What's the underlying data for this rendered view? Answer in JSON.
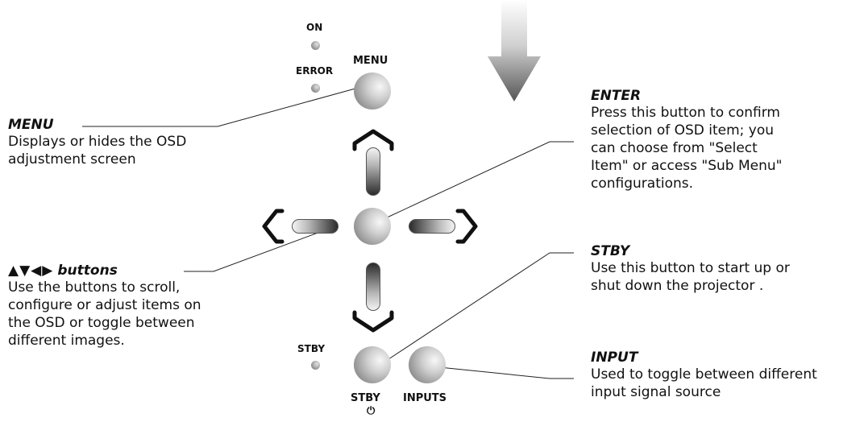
{
  "panel": {
    "on_label": "ON",
    "error_label": "ERROR",
    "menu_label": "MENU",
    "stby_led_label": "STBY",
    "stby_button_label": "STBY",
    "power_symbol": "⏻",
    "inputs_label": "INPUTS"
  },
  "annotations": {
    "menu": {
      "title": "MENU",
      "lines": [
        "Displays or hides the OSD",
        "adjustment screen"
      ]
    },
    "arrows": {
      "symbols": "▲▼◀▶",
      "title": "buttons",
      "lines": [
        "Use the buttons to scroll,",
        "configure or adjust items on",
        "the OSD or toggle between",
        "different images."
      ]
    },
    "enter": {
      "title": "ENTER",
      "lines": [
        "Press this button to confirm",
        "selection of OSD item; you",
        "can choose from \"Select",
        "Item\" or access \"Sub Menu\"",
        "configurations."
      ]
    },
    "stby": {
      "title": "STBY",
      "lines": [
        "Use this button to start up or",
        "shut down the projector ."
      ]
    },
    "input": {
      "title": "INPUT",
      "lines": [
        "Used to toggle between different",
        "input signal source"
      ]
    }
  },
  "colors": {
    "ink": "#111111",
    "button_dark": "#6e6e6e",
    "button_light": "#f7f7f7",
    "arrow_dark": "#555555"
  }
}
